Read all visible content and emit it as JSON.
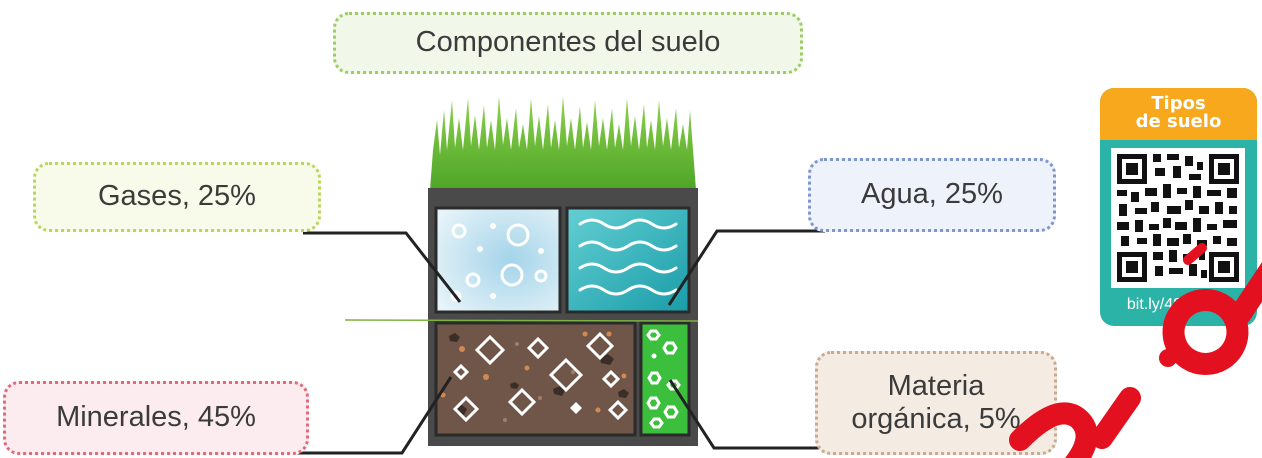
{
  "title": "Componentes del suelo",
  "components": {
    "gases": {
      "label": "Gases, 25%",
      "color": "#b7d65b"
    },
    "agua": {
      "label": "Agua, 25%",
      "color": "#7f95cc"
    },
    "minerales": {
      "label": "Minerales, 45%",
      "color": "#e06a7b"
    },
    "materia": {
      "label": "Materia\norgánica, 5%",
      "color": "#c9aa8f"
    }
  },
  "qr_card": {
    "heading": "Tipos\nde suelo",
    "link": "bit.ly/489H4F2",
    "accent": "#2cb3a7",
    "header_color": "#f7a81c"
  },
  "colors": {
    "grass": "#6bbf2f",
    "frame": "#4a4a4a",
    "water": "#2cb3bd",
    "soil": "#6f5648",
    "organic": "#3cbf3c",
    "watermark": "#e3101f"
  }
}
